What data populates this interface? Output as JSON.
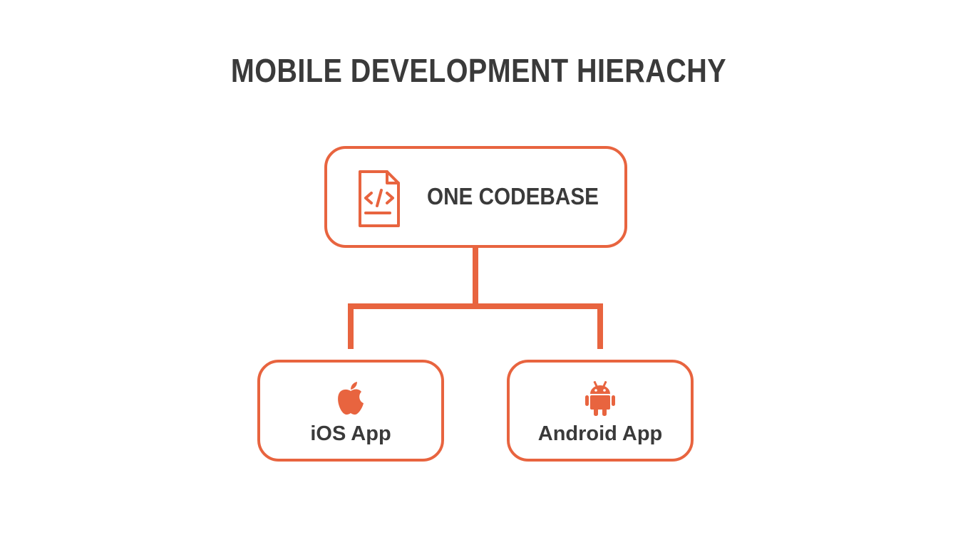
{
  "title": "MOBILE DEVELOPMENT HIERACHY",
  "root": {
    "label": "ONE CODEBASE",
    "icon": "code-file-icon"
  },
  "children": [
    {
      "label": "iOS App",
      "icon": "apple-icon"
    },
    {
      "label": "Android App",
      "icon": "android-icon"
    }
  ],
  "colors": {
    "accent": "#e8643f",
    "text": "#3a3a3a",
    "background": "#ffffff"
  }
}
